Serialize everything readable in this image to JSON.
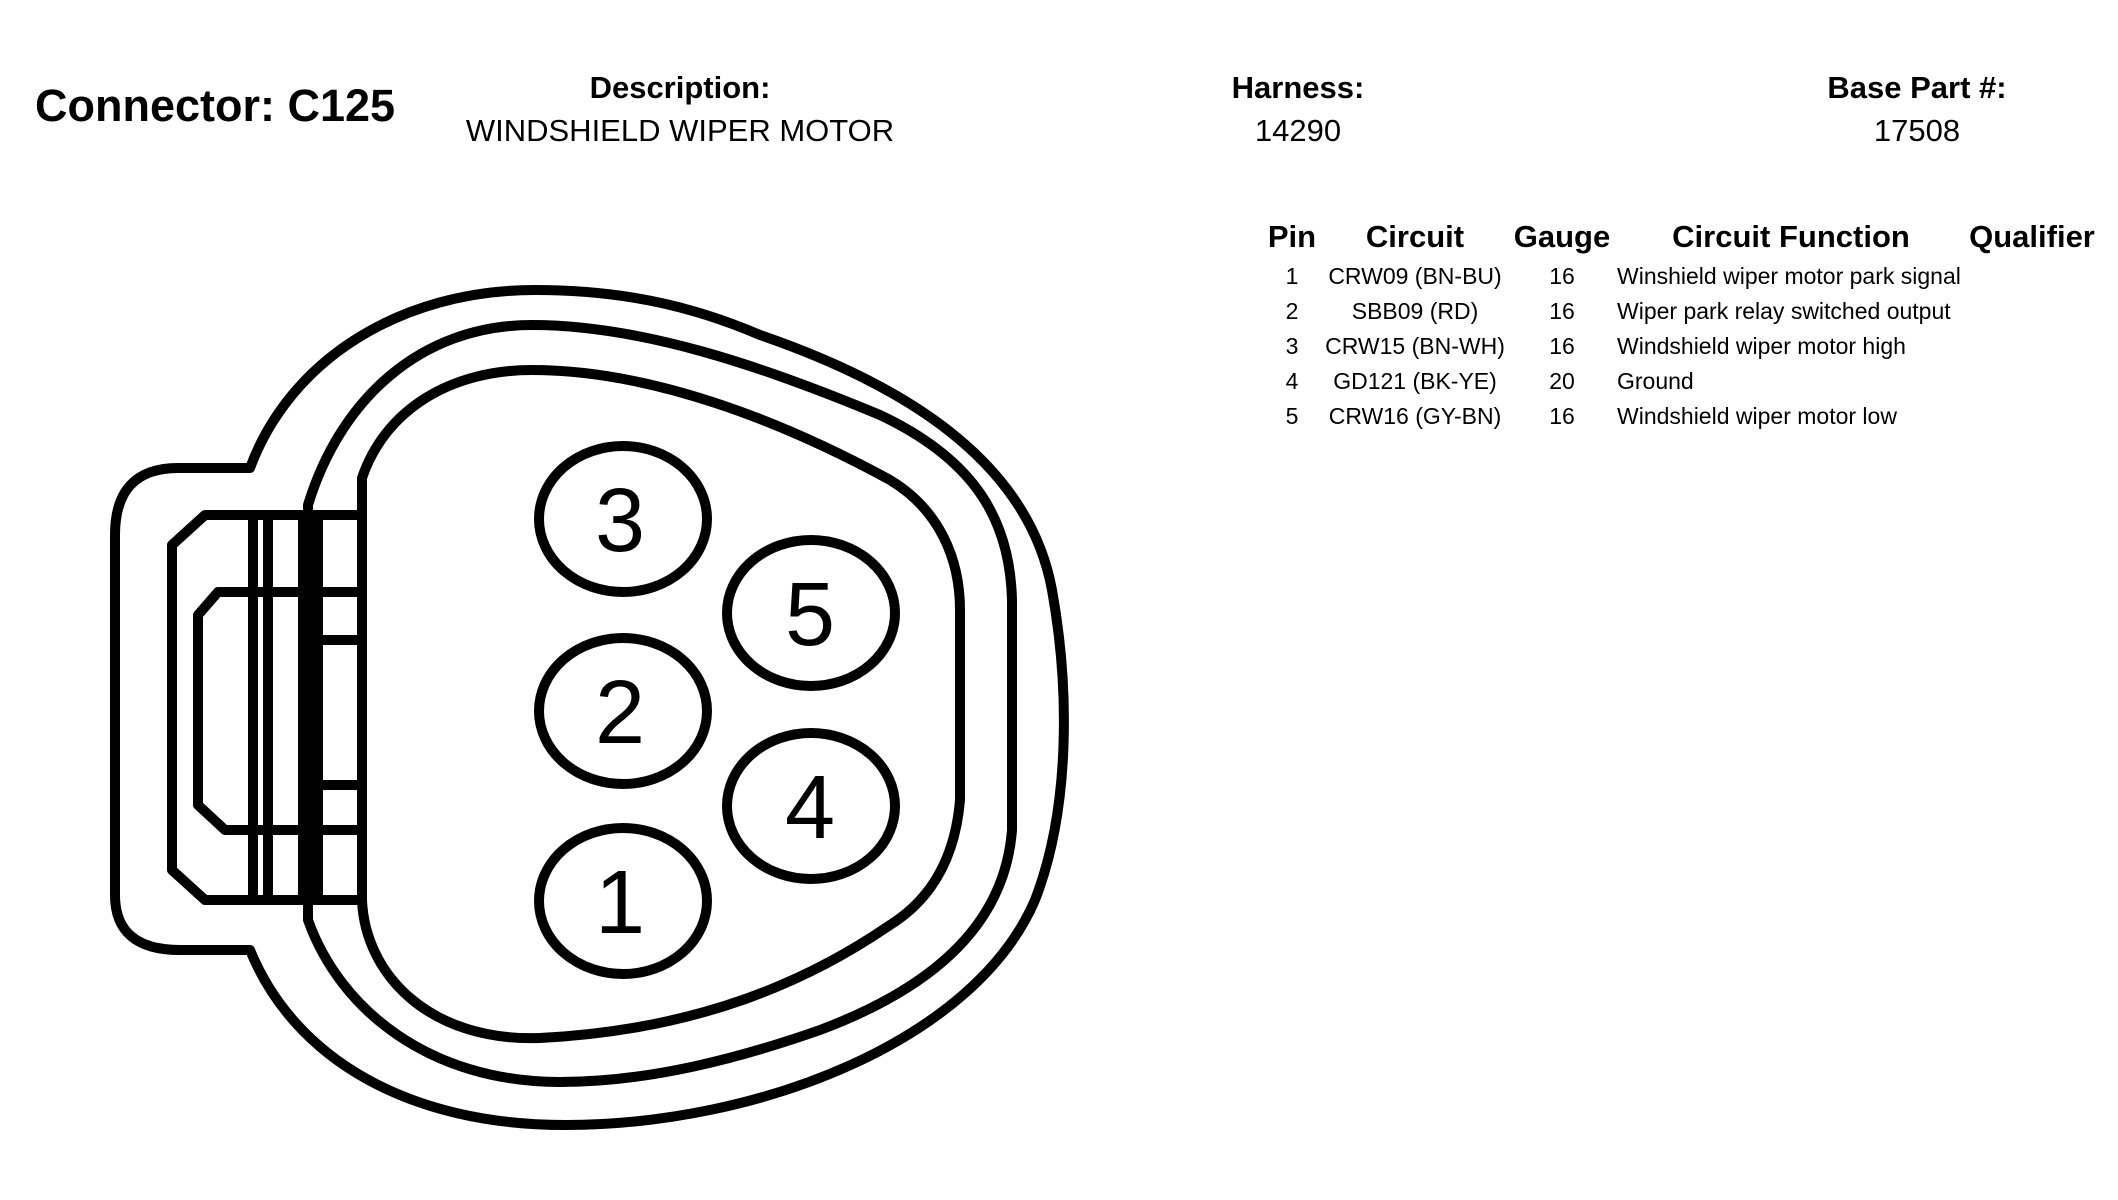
{
  "header": {
    "connector": "Connector: C125",
    "description_label": "Description:",
    "description": "WINDSHIELD WIPER MOTOR",
    "harness_label": "Harness:",
    "harness": "14290",
    "base_part_label": "Base Part #:",
    "base_part": "17508"
  },
  "table": {
    "columns": [
      "Pin",
      "Circuit",
      "Gauge",
      "Circuit Function",
      "Qualifier"
    ],
    "rows": [
      {
        "pin": "1",
        "circuit": "CRW09 (BN-BU)",
        "gauge": "16",
        "function": "Winshield wiper motor park signal",
        "qualifier": ""
      },
      {
        "pin": "2",
        "circuit": "SBB09 (RD)",
        "gauge": "16",
        "function": "Wiper park relay switched output",
        "qualifier": ""
      },
      {
        "pin": "3",
        "circuit": "CRW15 (BN-WH)",
        "gauge": "16",
        "function": "Windshield wiper motor high",
        "qualifier": ""
      },
      {
        "pin": "4",
        "circuit": "GD121 (BK-YE)",
        "gauge": "20",
        "function": "Ground",
        "qualifier": ""
      },
      {
        "pin": "5",
        "circuit": "CRW16 (GY-BN)",
        "gauge": "16",
        "function": "Windshield wiper motor low",
        "qualifier": ""
      }
    ]
  },
  "diagram": {
    "pins": [
      "3",
      "5",
      "2",
      "4",
      "1"
    ]
  },
  "colors": {
    "line": "#000000",
    "background": "#ffffff"
  }
}
